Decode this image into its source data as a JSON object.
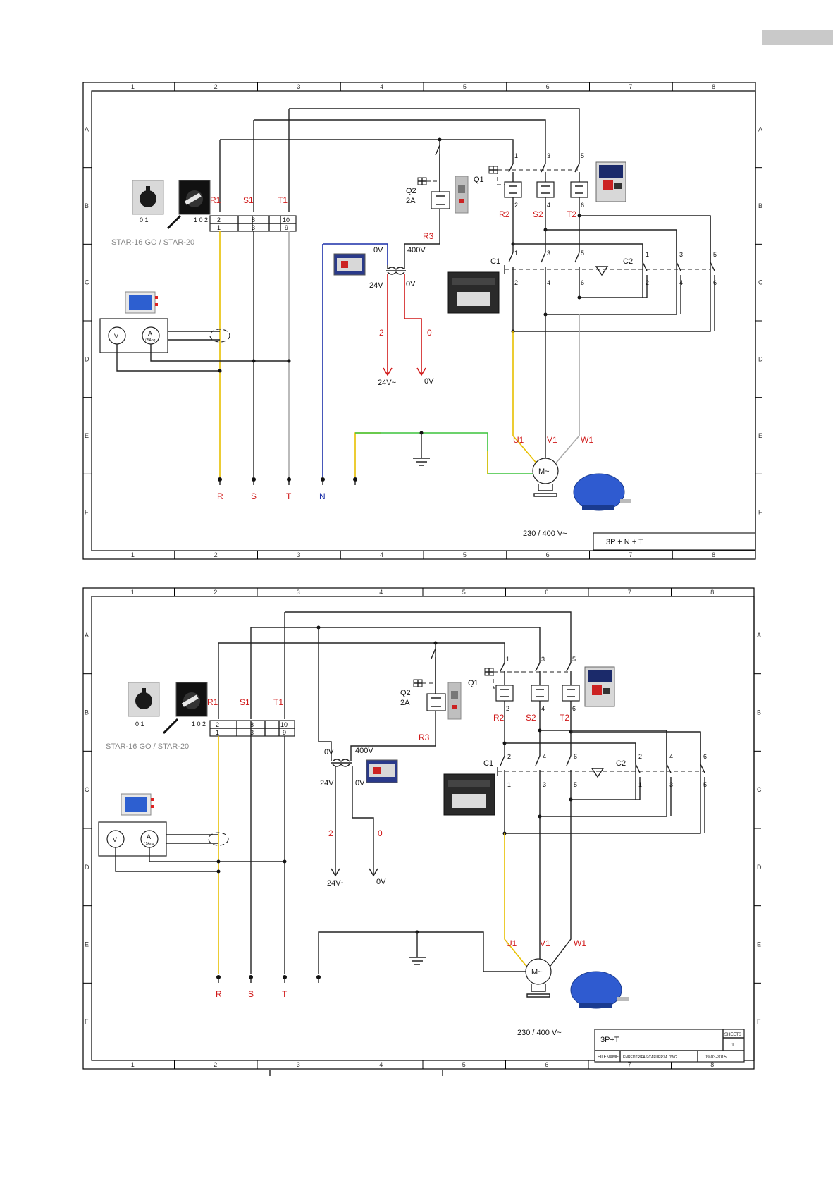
{
  "grid": {
    "columns": [
      "1",
      "2",
      "3",
      "4",
      "5",
      "6",
      "7",
      "8"
    ],
    "rows": [
      "A",
      "B",
      "C",
      "D",
      "E",
      "F"
    ]
  },
  "colors": {
    "phase_R": "#e8c000",
    "phase_T": "#aaaaaa",
    "neutral": "#1a2ea8",
    "control": "#d01818",
    "earth": "#3cc43c"
  },
  "diagram1": {
    "supply_labels": [
      "R",
      "S",
      "T",
      "N"
    ],
    "selector_terms": {
      "r": "R1",
      "s": "S1",
      "t": "T1"
    },
    "terminal_top": [
      "2",
      "8",
      "10"
    ],
    "terminal_bottom": [
      "1",
      "3",
      "9"
    ],
    "switch_label": "STAR-16 GO / STAR-20",
    "switch_pos_a": "0 1",
    "switch_pos_b": "1 0 2",
    "meter_v": "V",
    "meter_a": "A",
    "meter_a_sub": "/ 5Ang",
    "q2": "Q2",
    "q2_rating": "2A",
    "r3": "R3",
    "q1": "Q1",
    "q1_top": [
      "1",
      "3",
      "5"
    ],
    "q1_bottom": [
      "2",
      "4",
      "6"
    ],
    "q1_out": [
      "R2",
      "S2",
      "T2"
    ],
    "c1": "C1",
    "c2": "C2",
    "c1_top": [
      "1",
      "3",
      "5"
    ],
    "c1_bottom": [
      "2",
      "4",
      "6"
    ],
    "c2_top": [
      "1",
      "3",
      "5"
    ],
    "c2_bottom": [
      "2",
      "4",
      "6"
    ],
    "tr_0v_a": "0V",
    "tr_400v": "400V",
    "tr_24v": "24V",
    "tr_0v_b": "0V",
    "wire_2": "2",
    "wire_0": "0",
    "out_24v": "24V~",
    "out_0v": "0V",
    "motor_terms": [
      "U1",
      "V1",
      "W1"
    ],
    "motor": "M~",
    "voltage": "230 / 400 V~",
    "title_block": "3P + N + T"
  },
  "diagram2": {
    "supply_labels": [
      "R",
      "S",
      "T"
    ],
    "selector_terms": {
      "r": "R1",
      "s": "S1",
      "t": "T1"
    },
    "terminal_top": [
      "2",
      "8",
      "10"
    ],
    "terminal_bottom": [
      "1",
      "3",
      "9"
    ],
    "switch_label": "STAR-16 GO / STAR-20",
    "switch_pos_a": "0 1",
    "switch_pos_b": "1 0 2",
    "meter_v": "V",
    "meter_a": "A",
    "meter_a_sub": "/ 5Ang",
    "q2": "Q2",
    "q2_rating": "2A",
    "r3": "R3",
    "q1": "Q1",
    "q1_top": [
      "1",
      "3",
      "5"
    ],
    "q1_bottom": [
      "2",
      "4",
      "6"
    ],
    "q1_out": [
      "R2",
      "S2",
      "T2"
    ],
    "c1": "C1",
    "c2": "C2",
    "c1_top": [
      "2",
      "4",
      "6"
    ],
    "c1_bottom": [
      "1",
      "3",
      "5"
    ],
    "c2_top": [
      "2",
      "4",
      "6"
    ],
    "c2_bottom": [
      "1",
      "3",
      "5"
    ],
    "tr_0v_a": "0V",
    "tr_400v": "400V",
    "tr_24v": "24V",
    "tr_0v_b": "0V",
    "wire_2": "2",
    "wire_0": "0",
    "out_24v": "24V~",
    "out_0v": "0V",
    "motor_terms": [
      "U1",
      "V1",
      "W1"
    ],
    "motor": "M~",
    "voltage": "230 / 400 V~",
    "title_block": "3P+T",
    "sheets_label": "SHEETS",
    "sheets_value": "1",
    "filename_label": "FILENAME",
    "filename_value": "ENREDTRIFASICAFUERZA.DWG",
    "date_value": "09-03-2015"
  }
}
